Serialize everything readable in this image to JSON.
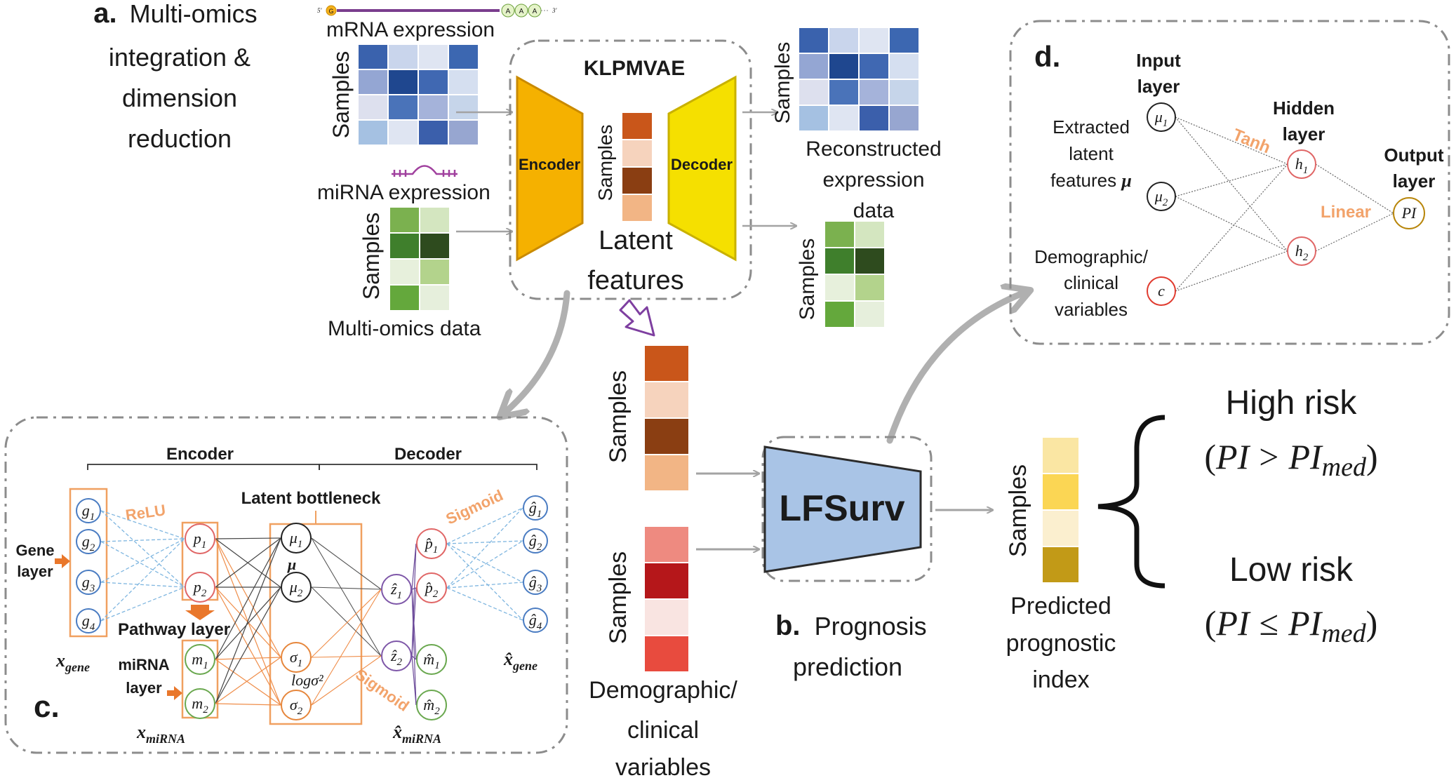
{
  "panel_a": {
    "letter": "a.",
    "title_lines": [
      "Multi-omics",
      "integration &",
      "dimension",
      "reduction"
    ],
    "mrna_label": "mRNA expression",
    "mirna_label": "miRNA expression",
    "samples": "Samples",
    "multiomics_label": "Multi-omics data",
    "model_title": "KLPMVAE",
    "encoder": "Encoder",
    "decoder": "Decoder",
    "latent_lines": [
      "Latent",
      "features"
    ],
    "recon_lines": [
      "Reconstructed",
      "expression",
      "data"
    ],
    "utr_labels": {
      "five": "5'",
      "three": "3'",
      "g": "G",
      "a": "A"
    }
  },
  "panel_b": {
    "letter": "b.",
    "title_lines": [
      "Prognosis",
      "prediction"
    ],
    "model": "LFSurv",
    "samples": "Samples",
    "clinical_lines": [
      "Demographic/",
      "clinical",
      "variables"
    ],
    "predicted_lines": [
      "Predicted",
      "prognostic",
      "index"
    ],
    "high_risk": "High risk",
    "high_formula": {
      "open": "(",
      "pi": "PI",
      "op": ">",
      "sub_main": "PI",
      "sub": "med",
      "close": ")"
    },
    "low_risk": "Low risk",
    "low_formula": {
      "open": "(",
      "pi": "PI",
      "op": "≤",
      "sub_main": "PI",
      "sub": "med",
      "close": ")"
    }
  },
  "panel_c": {
    "letter": "c.",
    "encoder": "Encoder",
    "decoder": "Decoder",
    "bottleneck": "Latent bottleneck",
    "relu": "ReLU",
    "sigmoid_top": "Sigmoid",
    "sigmoid_bottom": "Sigmoid",
    "gene_layer": [
      "Gene",
      "layer"
    ],
    "pathway_layer": "Pathway layer",
    "mirna_layer": [
      "miRNA",
      "layer"
    ],
    "mu_label": "μ",
    "logsigma_label": "logσ²",
    "x_gene": "x",
    "x_gene_sub": "gene",
    "x_mirna": "x",
    "x_mirna_sub": "miRNA",
    "xhat_gene": "x̂",
    "xhat_mirna": "x̂",
    "genes": [
      {
        "main": "g",
        "sub": "1"
      },
      {
        "main": "g",
        "sub": "2"
      },
      {
        "main": "g",
        "sub": "3"
      },
      {
        "main": "g",
        "sub": "4"
      }
    ],
    "pathways": [
      {
        "main": "p",
        "sub": "1"
      },
      {
        "main": "p",
        "sub": "2"
      }
    ],
    "mirnas": [
      {
        "main": "m",
        "sub": "1"
      },
      {
        "main": "m",
        "sub": "2"
      }
    ],
    "mus": [
      {
        "main": "μ",
        "sub": "1"
      },
      {
        "main": "μ",
        "sub": "2"
      }
    ],
    "sigmas": [
      {
        "main": "σ",
        "sub": "1"
      },
      {
        "main": "σ",
        "sub": "2"
      }
    ],
    "zs": [
      {
        "main": "ẑ",
        "sub": "1"
      },
      {
        "main": "ẑ",
        "sub": "2"
      }
    ],
    "phats": [
      {
        "main": "p̂",
        "sub": "1"
      },
      {
        "main": "p̂",
        "sub": "2"
      }
    ],
    "mhats": [
      {
        "main": "m̂",
        "sub": "1"
      },
      {
        "main": "m̂",
        "sub": "2"
      }
    ],
    "ghats": [
      {
        "main": "ĝ",
        "sub": "1"
      },
      {
        "main": "ĝ",
        "sub": "2"
      },
      {
        "main": "ĝ",
        "sub": "3"
      },
      {
        "main": "ĝ",
        "sub": "4"
      }
    ]
  },
  "panel_d": {
    "letter": "d.",
    "input_layer": [
      "Input",
      "layer"
    ],
    "hidden_layer": [
      "Hidden",
      "layer"
    ],
    "output_layer": [
      "Output",
      "layer"
    ],
    "tanh": "Tanh",
    "linear": "Linear",
    "extracted_lines": [
      "Extracted",
      "latent",
      "features"
    ],
    "mu_bold": "μ",
    "demo_lines": [
      "Demographic/",
      "clinical",
      "variables"
    ],
    "nodes": {
      "mu1": {
        "main": "μ",
        "sub": "1"
      },
      "mu2": {
        "main": "μ",
        "sub": "2"
      },
      "c": {
        "main": "c",
        "sub": ""
      },
      "h1": {
        "main": "h",
        "sub": "1"
      },
      "h2": {
        "main": "h",
        "sub": "2"
      },
      "pi": {
        "main": "PI",
        "sub": ""
      }
    }
  },
  "colors": {
    "mrna_heat": [
      "#3a62ad",
      "#c9d5ec",
      "#dfe5f2",
      "#3c67b1",
      "#94a6d3",
      "#1f478f",
      "#4068b2",
      "#d5dff0",
      "#dde0ee",
      "#4a73b9",
      "#a5b3da",
      "#c6d5ea",
      "#a5c1e2",
      "#dfe5f2",
      "#3b5fab",
      "#97a6d0"
    ],
    "mirna_heat": [
      "#7bb14f",
      "#d4e6c0",
      "#3f7f2c",
      "#2e4b1e",
      "#e7f0dc",
      "#b3d38c",
      "#64a83c",
      "#e6efdc"
    ],
    "latent_top": [
      "#c9561a",
      "#f6d3bd",
      "#8a3e12",
      "#f2b585"
    ],
    "latent_mid": [
      "#c9561a",
      "#f6d3bd",
      "#8a3e12",
      "#f2b585"
    ],
    "clinical": [
      "#ee8a80",
      "#b5171a",
      "#f9e4e1",
      "#e84b3e"
    ],
    "pi_bar": [
      "#fae6a3",
      "#fbd654",
      "#fbefcf",
      "#c29a17"
    ],
    "encoder_fill": "#f5b100",
    "decoder_fill": "#f5e000",
    "lfsurv_fill": "#a9c4e6",
    "accent_orange": "#f2a36b",
    "bracket_orange": "#f1a469"
  }
}
